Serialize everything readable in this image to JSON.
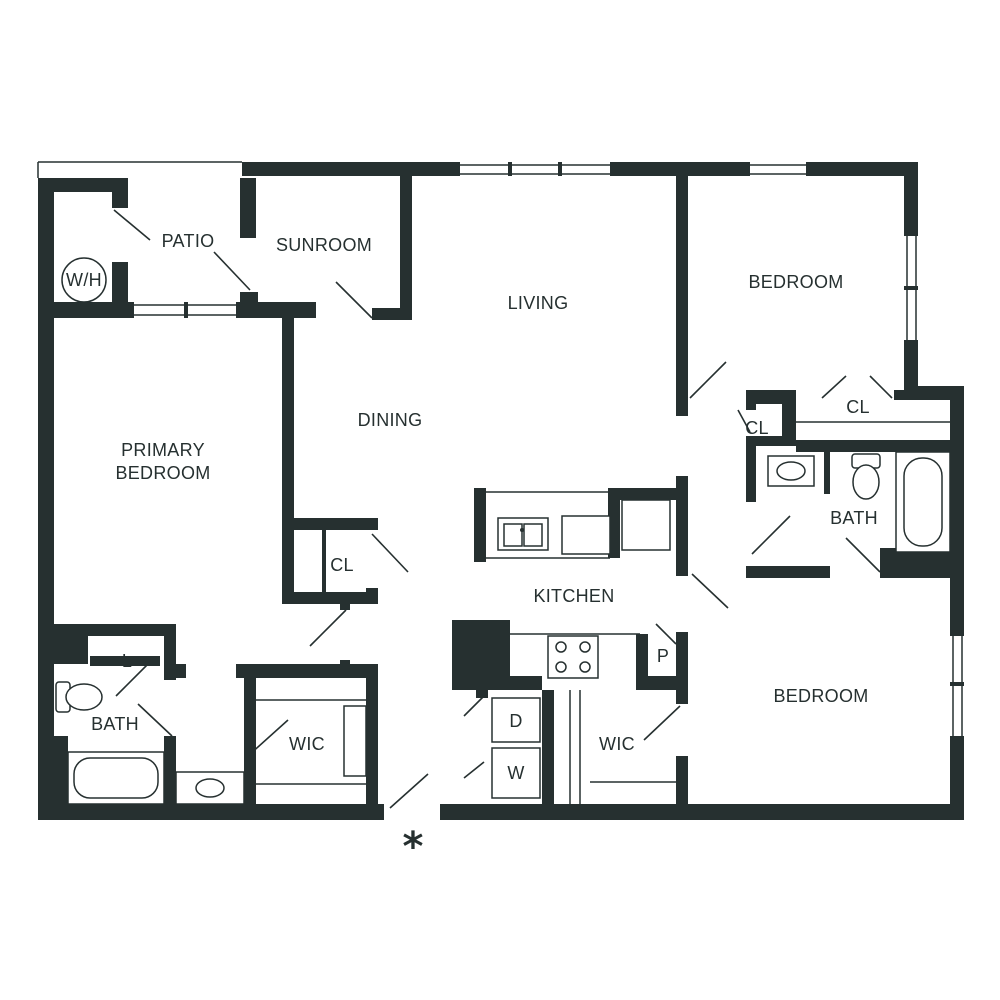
{
  "plan": {
    "colors": {
      "wall": "#263030",
      "background": "#ffffff"
    },
    "rooms": {
      "patio": "PATIO",
      "water_heater": "W/H",
      "sunroom": "SUNROOM",
      "living": "LIVING",
      "dining": "DINING",
      "bedroom_top": "BEDROOM",
      "closet_top_right": "CL",
      "closet_small": "CL",
      "primary_bedroom_line1": "PRIMARY",
      "primary_bedroom_line2": "BEDROOM",
      "closet_dining": "CL",
      "kitchen": "KITCHEN",
      "bath_right": "BATH",
      "pantry": "P",
      "linen": "L",
      "bath_left": "BATH",
      "wic_left": "WIC",
      "dryer": "D",
      "washer": "W",
      "wic_right": "WIC",
      "bedroom_bottom": "BEDROOM"
    },
    "entry_marker": "*"
  }
}
